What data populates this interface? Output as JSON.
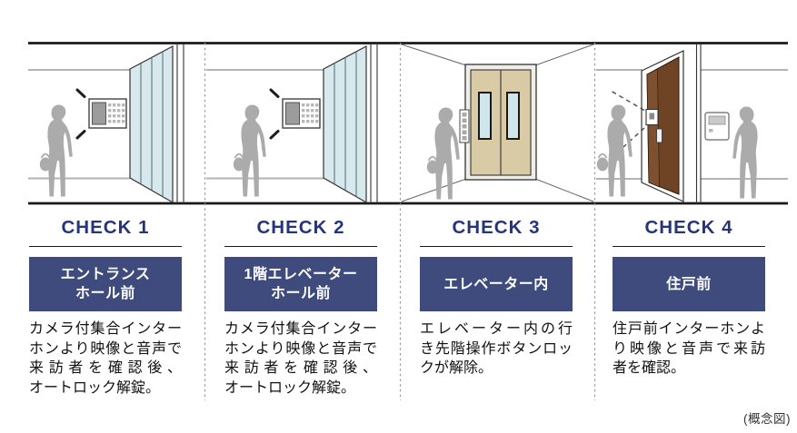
{
  "figure": {
    "kind": "security-check concept diagram",
    "caption": "(概念図)"
  },
  "colors": {
    "accent": "#3E4B7C",
    "title": "#26357B",
    "rule": "#1a1a1a",
    "glass": "#D8E9ED",
    "door_beige": "#D8CBA6",
    "door_brown": "#6E4424",
    "silhouette": "#ABABAB",
    "text": "#111111",
    "caption": "#333333"
  },
  "panels": [
    {
      "check_label": "CHECK 1",
      "location": "エントランス\nホール前",
      "description": "カメラ付集合インターホンより映像と音声で来訪者を確認後、オートロック解錠。",
      "description_lines": [
        "カメラ付集合インター",
        "ホンより映像と音声で",
        "来訪者を確認後、",
        "オートロック解錠。"
      ],
      "scene": "entrance-hall-intercom"
    },
    {
      "check_label": "CHECK 2",
      "location": "1階エレベーター\nホール前",
      "description": "カメラ付集合インターホンより映像と音声で来訪者を確認後、オートロック解錠。",
      "description_lines": [
        "カメラ付集合インター",
        "ホンより映像と音声で",
        "来訪者を確認後、",
        "オートロック解錠。"
      ],
      "scene": "first-floor-elevator-hall-intercom"
    },
    {
      "check_label": "CHECK 3",
      "location": "エレベーター内",
      "description": "エレベーター内の行き先階操作ボタンロックが解除。",
      "description_lines": [
        "エレベーター内の行",
        "き先階操作ボタンロッ",
        "クが解除。"
      ],
      "scene": "elevator-interior"
    },
    {
      "check_label": "CHECK 4",
      "location": "住戸前",
      "description": "住戸前インターホンより映像と音声で来訪者を確認。",
      "description_lines": [
        "住戸前インターホンよ",
        "り映像と音声で来訪",
        "者を確認。"
      ],
      "scene": "dwelling-door-intercom"
    }
  ]
}
